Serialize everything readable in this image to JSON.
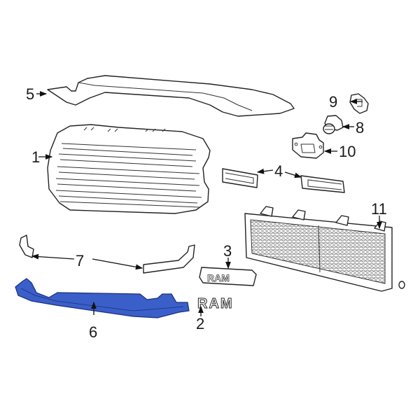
{
  "diagram": {
    "title": "Grille assembly exploded parts diagram",
    "highlight_color": "#3a5fc8",
    "callouts": [
      {
        "number": "1",
        "part": "grille"
      },
      {
        "number": "2",
        "part": "RAM emblem"
      },
      {
        "number": "3",
        "part": "RAM emblem (with bezel)"
      },
      {
        "number": "4",
        "part": "grille inserts"
      },
      {
        "number": "5",
        "part": "upper grille support"
      },
      {
        "number": "6",
        "part": "lower grille support (highlighted)"
      },
      {
        "number": "7",
        "part": "molding brackets"
      },
      {
        "number": "8",
        "part": "clip / fastener"
      },
      {
        "number": "9",
        "part": "retainer"
      },
      {
        "number": "10",
        "part": "bracket / sensor mount"
      },
      {
        "number": "11",
        "part": "radiator grille shutter"
      }
    ],
    "emblem_text": "RAM"
  }
}
